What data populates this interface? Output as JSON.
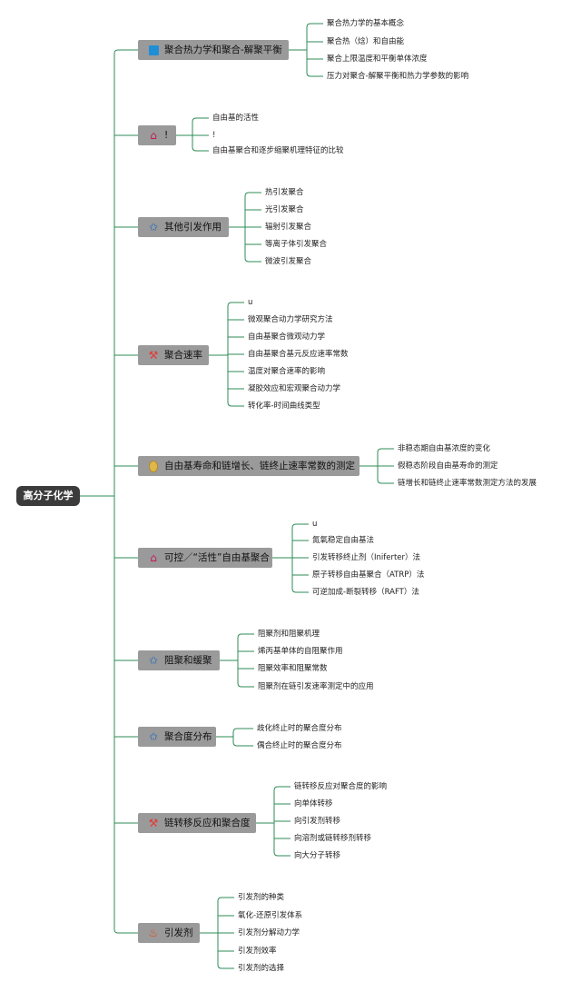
{
  "root": "高分子化学",
  "branches": [
    {
      "label": "聚合热力学和聚合-解聚平衡",
      "icon": "blue-square-icon",
      "children": [
        "聚合热力学的基本概念",
        "聚合热（焓）和自由能",
        "聚合上限温度和平衡单体浓度",
        "压力对聚合-解聚平衡和热力学参数的影响"
      ]
    },
    {
      "label": "!",
      "icon": "house-icon",
      "children": [
        "自由基的活性",
        "!",
        "自由基聚合和逐步缩聚机理特征的比较"
      ]
    },
    {
      "label": "其他引发作用",
      "icon": "star-icon",
      "children": [
        "热引发聚合",
        "光引发聚合",
        "辐射引发聚合",
        "等离子体引发聚合",
        "微波引发聚合"
      ]
    },
    {
      "label": "聚合速率",
      "icon": "crossed-tools-icon",
      "children": [
        "u",
        "微观聚合动力学研究方法",
        "自由基聚合微观动力学",
        "自由基聚合基元反应速率常数",
        "温度对聚合速率的影响",
        "凝胶效应和宏观聚合动力学",
        "转化率-时间曲线类型"
      ]
    },
    {
      "label": "自由基寿命和链增长、链终止速率常数的测定",
      "icon": "coin-icon",
      "children": [
        "非稳态期自由基浓度的变化",
        "假稳态阶段自由基寿命的测定",
        "链增长和链终止速率常数测定方法的发展"
      ]
    },
    {
      "label": "可控／“活性”自由基聚合",
      "icon": "house-icon",
      "children": [
        "u",
        "氮氧稳定自由基法",
        "引发转移终止剂（Iniferter）法",
        "原子转移自由基聚合（ATRP）法",
        "可逆加成-断裂转移（RAFT）法"
      ]
    },
    {
      "label": "阻聚和缓聚",
      "icon": "star-icon",
      "children": [
        "阻聚剂和阻聚机理",
        "烯丙基单体的自阻聚作用",
        "阻聚效率和阻聚常数",
        "阻聚剂在链引发速率测定中的应用"
      ]
    },
    {
      "label": "聚合度分布",
      "icon": "star-icon",
      "children": [
        "歧化终止时的聚合度分布",
        "偶合终止时的聚合度分布"
      ]
    },
    {
      "label": "链转移反应和聚合度",
      "icon": "crossed-tools-icon",
      "children": [
        "链转移反应对聚合度的影响",
        "向单体转移",
        "向引发剂转移",
        "向溶剂或链转移剂转移",
        "向大分子转移"
      ]
    },
    {
      "label": "引发剂",
      "icon": "flame-icon",
      "children": [
        "引发剂的种类",
        "氧化-还原引发体系",
        "引发剂分解动力学",
        "引发剂效率",
        "引发剂的选择"
      ]
    }
  ],
  "colors": {
    "line": "#2e8b57",
    "branch_bg": "#9a9a9a",
    "root_bg": "#3b3b3b"
  }
}
